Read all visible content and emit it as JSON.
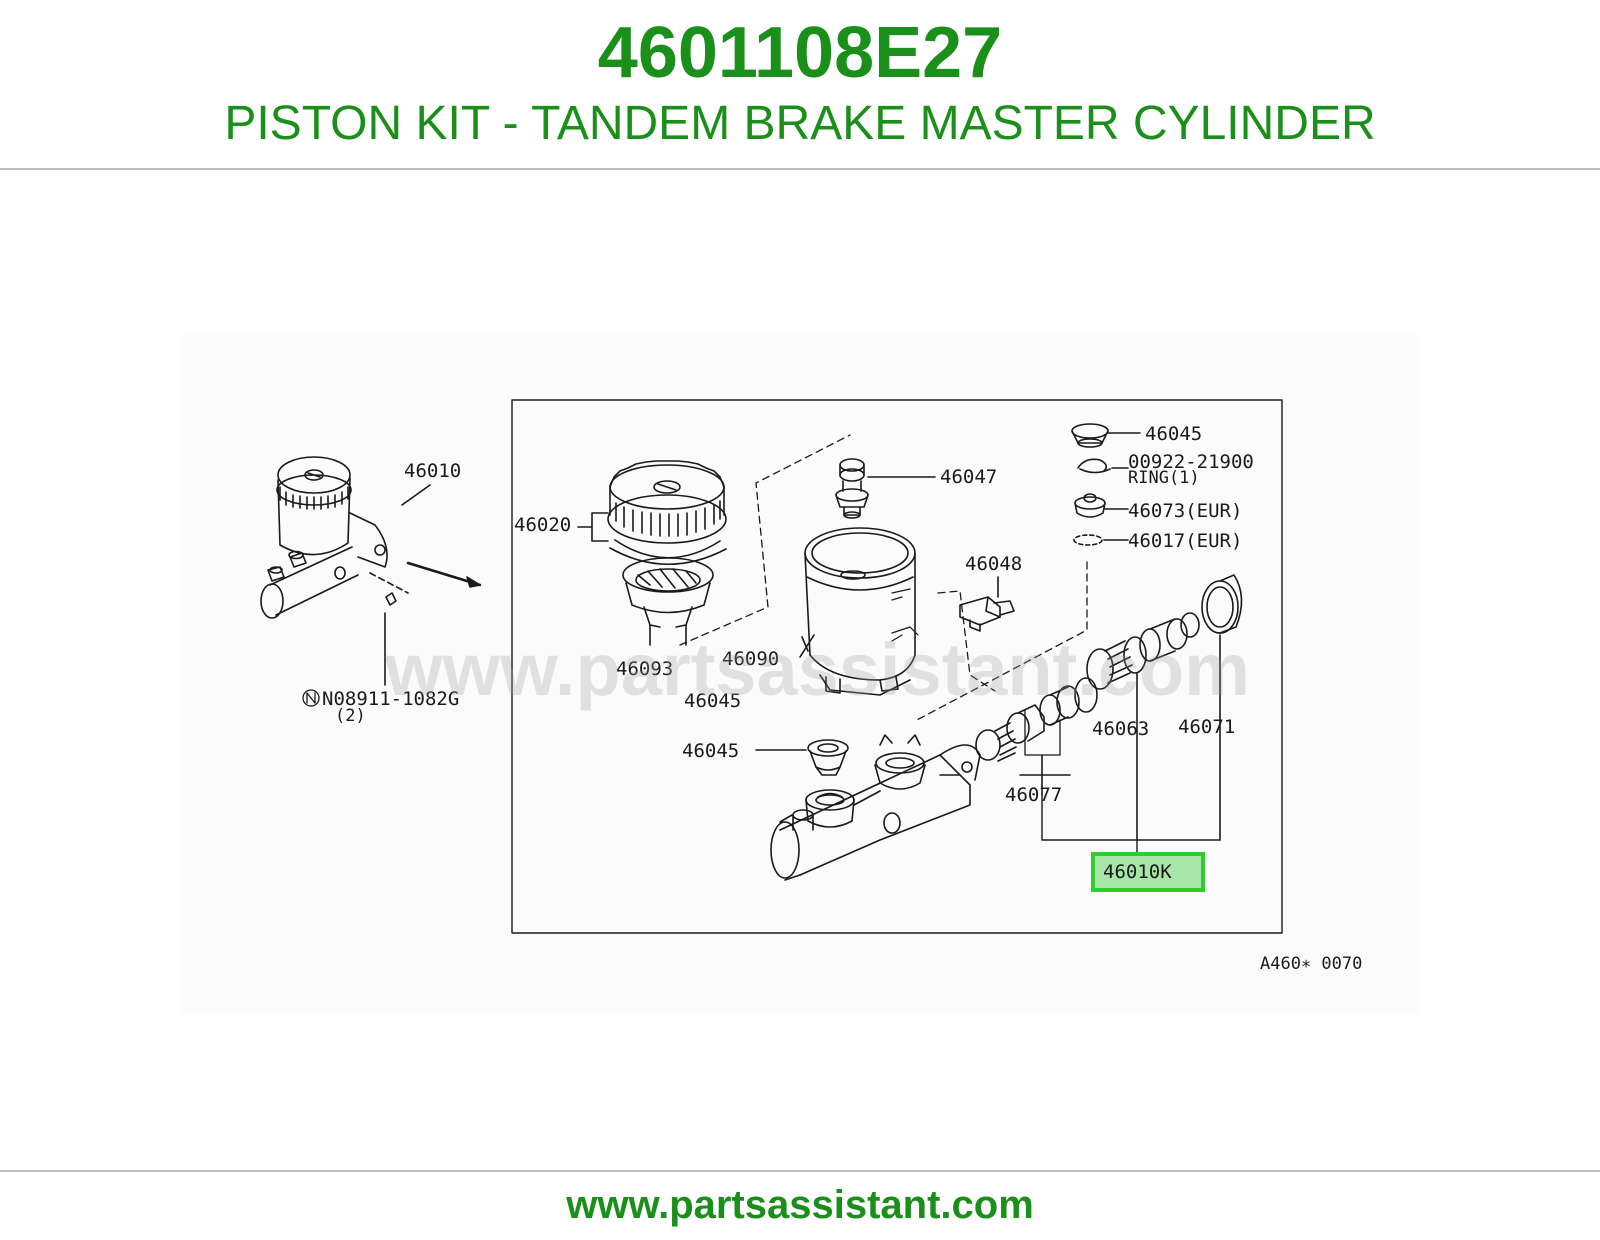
{
  "header": {
    "part_number": "4601108E27",
    "title": "PISTON KIT - TANDEM BRAKE MASTER CYLINDER"
  },
  "diagram": {
    "labels": {
      "assembly_left": "46010",
      "bolt_ref": "N08911-1082G",
      "bolt_qty": "(2)",
      "cap_group": "46020",
      "seal_lower": "46093",
      "grommet_under_seal": "46045",
      "strainer": "46047",
      "reservoir": "46090",
      "connector": "46048",
      "grommet_top_right": "46045",
      "ring_code": "00922-21900",
      "ring_note": "RING(1)",
      "part_46073": "46073(EUR)",
      "part_46017": "46017(EUR)",
      "grommet_left": "46045",
      "primary_piston": "46063",
      "cup": "46071",
      "secondary_piston": "46077",
      "piston_kit": "46010K",
      "figure_code": "A460∗ 0070"
    },
    "watermark": "www.partsassistant.com",
    "highlight_color": "#2ecc2e",
    "highlight_fill": "#a6e6a6"
  },
  "footer": {
    "url": "www.partsassistant.com"
  },
  "colors": {
    "brand_green": "#1a8f1a",
    "rule_gray": "#bdbdbd"
  }
}
